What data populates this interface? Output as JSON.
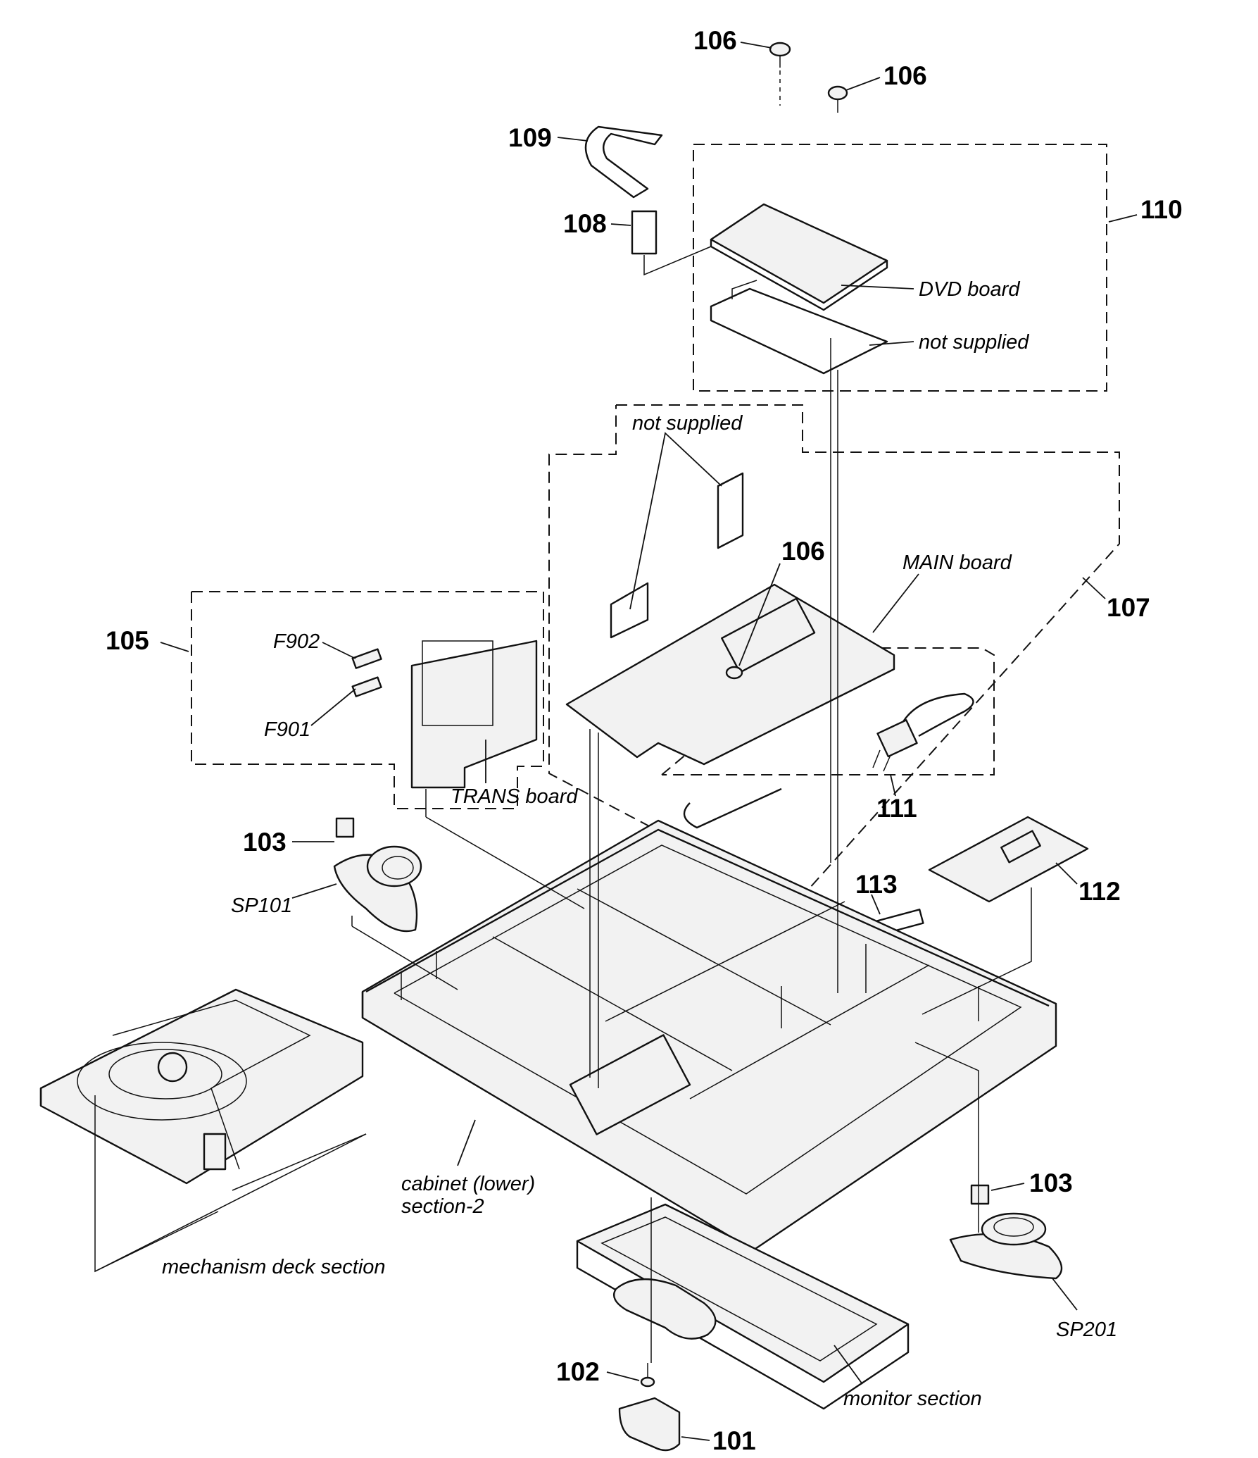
{
  "part_numbers": [
    {
      "id": "p106a",
      "text": "106"
    },
    {
      "id": "p106b",
      "text": "106"
    },
    {
      "id": "p106c",
      "text": "106"
    },
    {
      "id": "p109",
      "text": "109"
    },
    {
      "id": "p108",
      "text": "108"
    },
    {
      "id": "p110",
      "text": "110"
    },
    {
      "id": "p107",
      "text": "107"
    },
    {
      "id": "p105",
      "text": "105"
    },
    {
      "id": "p111",
      "text": "111"
    },
    {
      "id": "p103a",
      "text": "103"
    },
    {
      "id": "p103b",
      "text": "103"
    },
    {
      "id": "p113",
      "text": "113"
    },
    {
      "id": "p112",
      "text": "112"
    },
    {
      "id": "p102",
      "text": "102"
    },
    {
      "id": "p101",
      "text": "101"
    }
  ],
  "labels": {
    "dvd_board": "DVD board",
    "not_supplied_top": "not supplied",
    "not_supplied_mid": "not supplied",
    "main_board": "MAIN board",
    "f902": "F902",
    "f901": "F901",
    "trans_board": "TRANS board",
    "sp101": "SP101",
    "sp201": "SP201",
    "cabinet_line1": "cabinet (lower)",
    "cabinet_line2": "section-2",
    "mechanism_deck": "mechanism deck section",
    "monitor_section": "monitor section"
  }
}
